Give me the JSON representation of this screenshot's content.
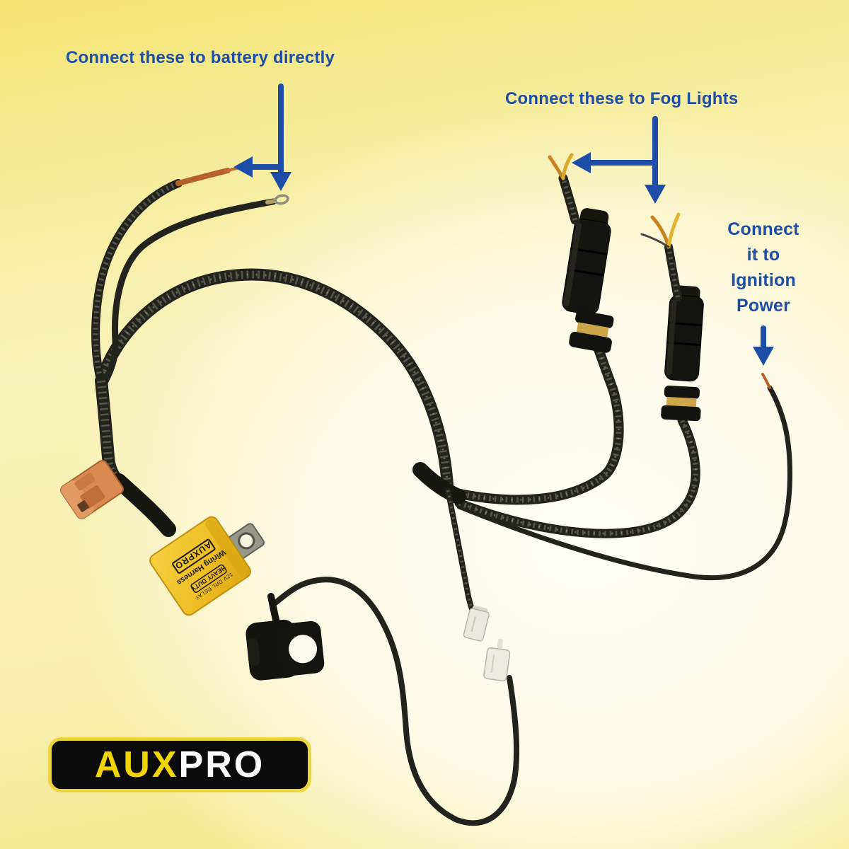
{
  "annotations": {
    "battery": {
      "text": "Connect these to battery directly",
      "arrow_icon": "down-left-arrow-icon"
    },
    "fog_lights": {
      "text": "Connect these to Fog Lights",
      "arrow_icon": "down-left-arrow-icon"
    },
    "ignition": {
      "lines": [
        "Connect",
        "it to",
        "Ignition",
        "Power"
      ],
      "arrow_icon": "down-arrow-icon"
    }
  },
  "logo": {
    "aux": "AUX",
    "pro": "PRO"
  },
  "relay_label": {
    "line1": "12V DRL RELAY",
    "line2": "HEAVY DUTY",
    "line3": "Wiring Harness",
    "line4": "AUXPRO"
  },
  "colors": {
    "annotation-blue": "#1d4da6",
    "background-yellow": "#f3e878",
    "background-center": "#fffdf4",
    "relay-yellow": "#eebe25",
    "connector-orange": "#d98a52",
    "logo-yellow": "#f2d500",
    "cable-black": "#23231d",
    "copper-wire": "#b5612c",
    "exposed-wire-yellow": "#d9a92c"
  }
}
